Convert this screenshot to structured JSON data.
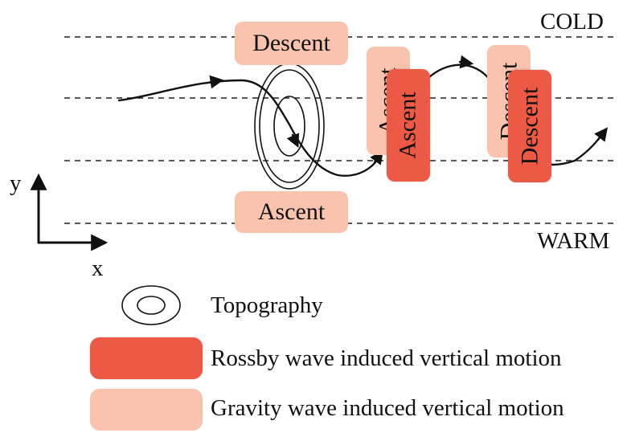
{
  "labels": {
    "cold": "COLD",
    "warm": "WARM",
    "y_axis": "y",
    "x_axis": "x"
  },
  "boxes": {
    "top_descent": "Descent",
    "bottom_ascent": "Ascent",
    "ascent_gravity": "Ascent",
    "ascent_rossby": "Ascent",
    "descent_gravity": "Descent",
    "descent_rossby": "Descent"
  },
  "legend": {
    "topography": "Topography",
    "rossby": "Rossby wave induced vertical motion",
    "gravity": "Gravity wave induced vertical motion"
  },
  "colors": {
    "rossby": "#ec5a45",
    "gravity": "#f9c3ae",
    "line": "#111111"
  }
}
